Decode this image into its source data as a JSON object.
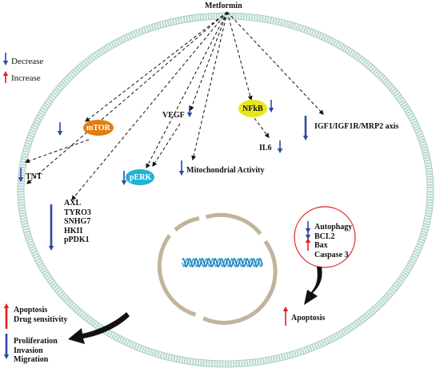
{
  "title": "Metformin",
  "legend": {
    "decrease": "Decrease",
    "increase": "Increase"
  },
  "nodes": {
    "mtor": "mTOR",
    "nfkb": "NFkB",
    "perk": "pERK",
    "vegf": "VEGF",
    "il6": "IL6",
    "tnt": "TNT",
    "igf": "IGF1/IGF1R/MRP2 axis",
    "mito": "Mitochondrial Activity"
  },
  "gene_list": [
    "AXL",
    "TYRO3",
    "SNHG7",
    "HKII",
    "pPDK1"
  ],
  "apoptosis_box": [
    "Autophagy",
    "BCL2",
    "Bax",
    "Caspase 3"
  ],
  "apoptosis_result": "Apoptosis",
  "outcomes_up": [
    "Apoptosis",
    "Drug sensitivity"
  ],
  "outcomes_down": [
    "Proliferation",
    "Invasion",
    "Migration"
  ],
  "colors": {
    "decrease_arrow": "#2b4aa0",
    "increase_arrow": "#e02020",
    "mtor_fill": "#e07f10",
    "nfkb_fill": "#e6e61e",
    "perk_fill": "#20b4d4",
    "membrane": "#b9d9d4",
    "nucleus": "#c2b49c",
    "dna": "#3aa7d8"
  }
}
